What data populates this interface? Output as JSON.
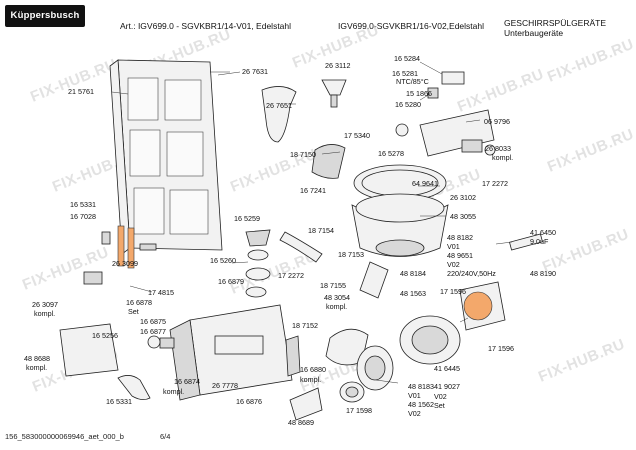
{
  "header": {
    "brand": "Küppersbusch",
    "model_left": "Art.: IGV699.0 - SGVKBR1/14-V01, Edelstahl",
    "model_right": "IGV699.0-SGVKBR1/16-V02,Edelstahl",
    "category_line1": "GESCHIRRSPÜLGERÄTE",
    "category_line2": "Unterbaugeräte"
  },
  "watermark": "FIX-HUB.RU",
  "labels": [
    "26 7631",
    "26 3112",
    "21 5761",
    "26 7651",
    "18 7150",
    "16 5284",
    "16 5281",
    "NTC/85°C",
    "15 1866",
    "16 5280",
    "17 5340",
    "06 9796",
    "16 5278",
    "26 8033",
    "kompl.",
    "17 2272",
    "64 9641",
    "26 3102",
    "48 3055",
    "16 5331",
    "16 7241",
    "16 7028",
    "16 5259",
    "18 7154",
    "41 6450",
    "9,0uF",
    "48 8182",
    "V01",
    "48 9651",
    "V02",
    "220/240V,50Hz",
    "18 7153",
    "48 8184",
    "48 1563",
    "48 8190",
    "26 3099",
    "16 5260",
    "16 6879",
    "17 2272",
    "18 7155",
    "17 1596",
    "26 3097",
    "kompl.",
    "17 4815",
    "16 6878",
    "Set",
    "48 3054",
    "kompl.",
    "16 6875",
    "16 6877",
    "18 7152",
    "17 1596",
    "16 5256",
    "48 8688",
    "kompl.",
    "16 6874",
    "kompl.",
    "26 7778",
    "16 6880",
    "kompl.",
    "41 6445",
    "16 6876",
    "17 1598",
    "48 8183",
    "V01",
    "48 1562",
    "V02",
    "41 9027",
    "V02",
    "Set",
    "16 5331",
    "48 8689"
  ],
  "footer": {
    "left": "156_583000000069946_aet_000_b",
    "page": "6/4"
  },
  "icons": [
    "brand-logo",
    "watermark-text"
  ]
}
